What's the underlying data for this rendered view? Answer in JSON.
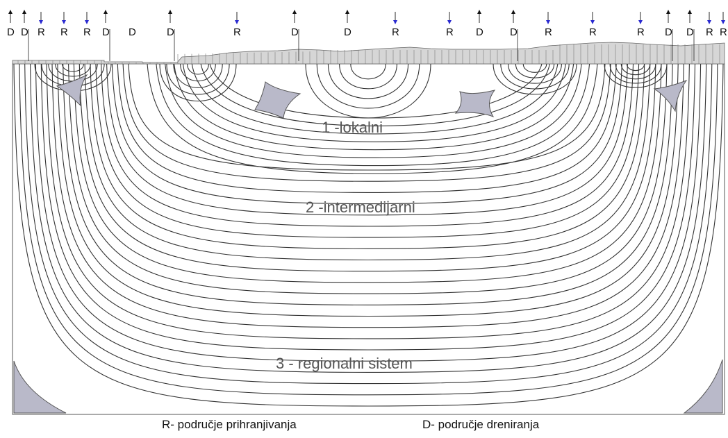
{
  "markers": [
    {
      "letter": "D",
      "type": "discharge"
    },
    {
      "letter": "D",
      "type": "discharge"
    },
    {
      "letter": "R",
      "type": "recharge"
    },
    {
      "letter": "R",
      "type": "recharge"
    },
    {
      "letter": "R",
      "type": "recharge"
    },
    {
      "letter": "D",
      "type": "discharge"
    },
    {
      "letter": "D",
      "type": "none"
    },
    {
      "letter": "D",
      "type": "discharge"
    },
    {
      "letter": "R",
      "type": "recharge"
    },
    {
      "letter": "D",
      "type": "discharge"
    },
    {
      "letter": "D",
      "type": "discharge"
    },
    {
      "letter": "R",
      "type": "recharge"
    },
    {
      "letter": "R",
      "type": "recharge"
    },
    {
      "letter": "D",
      "type": "discharge"
    },
    {
      "letter": "D",
      "type": "discharge"
    },
    {
      "letter": "R",
      "type": "recharge"
    },
    {
      "letter": "R",
      "type": "recharge"
    },
    {
      "letter": "R",
      "type": "recharge"
    },
    {
      "letter": "D",
      "type": "discharge"
    },
    {
      "letter": "D",
      "type": "discharge"
    },
    {
      "letter": "R",
      "type": "recharge"
    },
    {
      "letter": "R",
      "type": "recharge"
    }
  ],
  "systems": {
    "local": "1 -lokalni",
    "intermediate": "2 -intermediјarni",
    "regional": "3 - regionalni sistem"
  },
  "legend": {
    "recharge": "R- područje prihranjivanja",
    "discharge": "D- područje dreniranja"
  },
  "colors": {
    "stagnation": "#b9b9c9",
    "recharge_arrow": "#2a2ad0",
    "discharge_arrow": "#111111",
    "flow_line": "#333333"
  }
}
